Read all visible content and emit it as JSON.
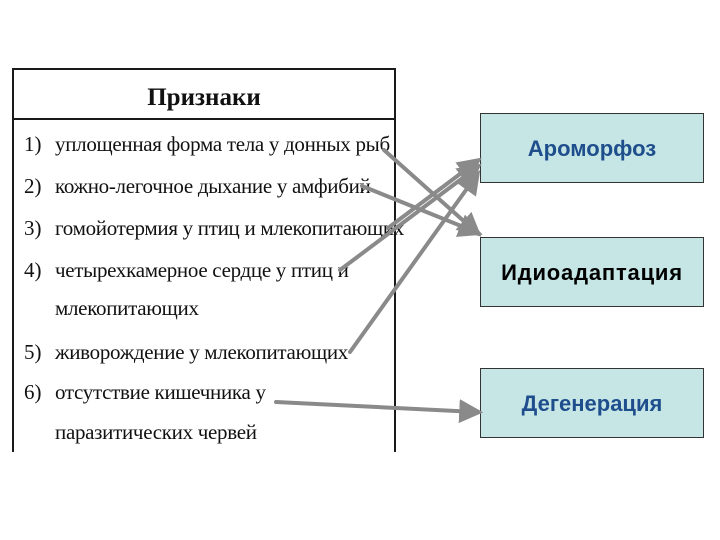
{
  "table": {
    "header": "Признаки",
    "rows": [
      {
        "num": "1)",
        "text": "уплощенная форма тела у донных рыб"
      },
      {
        "num": "2)",
        "text": "кожно-легочное дыхание у амфибий"
      },
      {
        "num": "3)",
        "text": "гомойотермия у птиц и млекопитающих"
      },
      {
        "num": "4)",
        "text": "четырехкамерное сердце у птиц и",
        "cont": "млекопитающих"
      },
      {
        "num": "5)",
        "text": "живорождение у млекопитающих"
      },
      {
        "num": "6)",
        "text": "отсутствие кишечника у",
        "cont": "паразитических червей"
      }
    ]
  },
  "boxes": {
    "aromorphosis": "Ароморфоз",
    "idioadaptation": "Идиоадаптация",
    "degeneration": "Дегенерация"
  },
  "colors": {
    "box_fill": "#c6e6e6",
    "box_title_blue": "#1f4e8c",
    "arrow": "#8a8a8a"
  }
}
